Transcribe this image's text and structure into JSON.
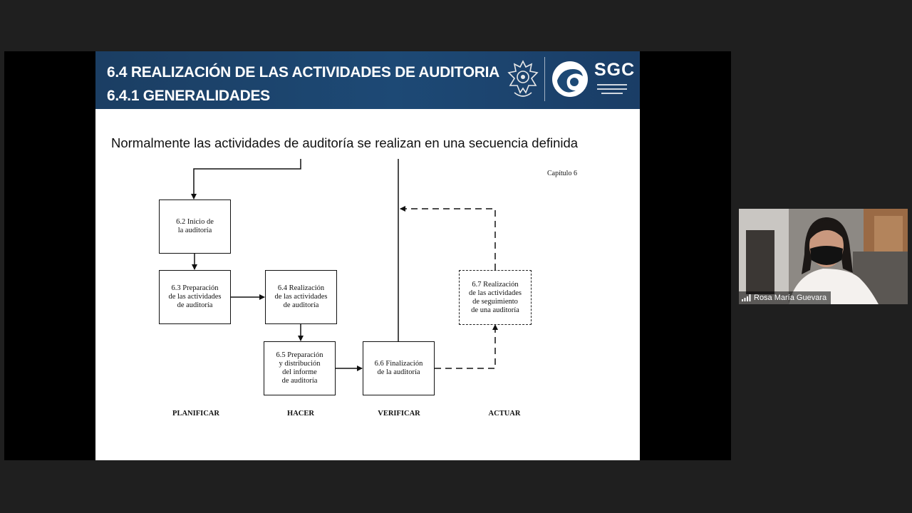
{
  "slide": {
    "title_line1": "6.4 REALIZACIÓN DE LAS ACTIVIDADES DE AUDITORIA",
    "title_line2": "6.4.1 GENERALIDADES",
    "logo_text": "SGC",
    "intro": "Normalmente las actividades de auditoría se realizan en una secuencia definida",
    "chapter": "Capítulo 6",
    "boxes": {
      "b62": "6.2  Inicio de\nla auditoría",
      "b63": "6.3  Preparación\nde las actividades\nde auditoría",
      "b64": "6.4  Realización\nde las actividades\nde auditoría",
      "b65": "6.5  Preparación\ny distribución\ndel informe\nde auditoría",
      "b66": "6.6  Finalización\nde la auditoría",
      "b67": "6.7  Realización\nde las actividades\nde seguimiento\nde una auditoría"
    },
    "phases": {
      "planificar": "PLANIFICAR",
      "hacer": "HACER",
      "verificar": "VERIFICAR",
      "actuar": "ACTUAR"
    }
  },
  "participant": {
    "name": "Rosa María Guevara"
  },
  "colors": {
    "header_bg": "#1d4975",
    "stage_bg": "#1f1f1f",
    "share_bg": "#000000"
  },
  "icons": [
    "emblem-icon",
    "swirl-logo-icon",
    "signal-strength-icon"
  ]
}
